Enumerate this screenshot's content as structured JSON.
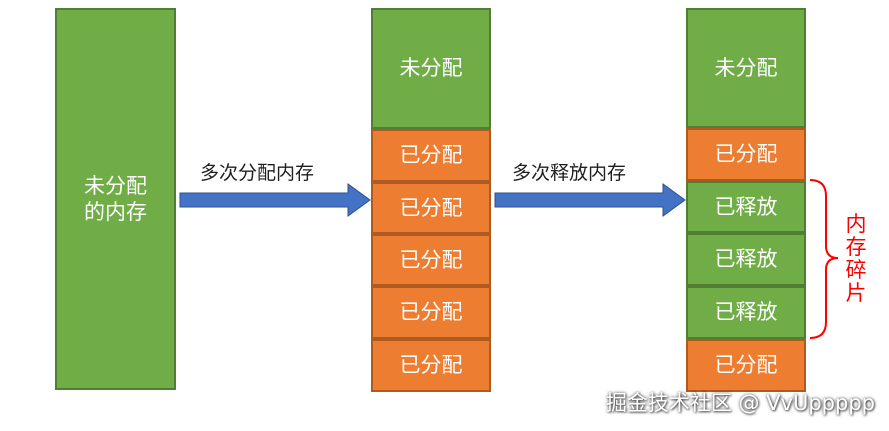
{
  "column1": {
    "block_label": "未分配\n的内存"
  },
  "arrow1": {
    "label": "多次分配内存"
  },
  "column2": {
    "blocks": [
      {
        "label": "未分配",
        "state": "unallocated"
      },
      {
        "label": "已分配",
        "state": "allocated"
      },
      {
        "label": "已分配",
        "state": "allocated"
      },
      {
        "label": "已分配",
        "state": "allocated"
      },
      {
        "label": "已分配",
        "state": "allocated"
      },
      {
        "label": "已分配",
        "state": "allocated"
      }
    ]
  },
  "arrow2": {
    "label": "多次释放内存"
  },
  "column3": {
    "blocks": [
      {
        "label": "未分配",
        "state": "unallocated"
      },
      {
        "label": "已分配",
        "state": "allocated"
      },
      {
        "label": "已释放",
        "state": "freed"
      },
      {
        "label": "已释放",
        "state": "freed"
      },
      {
        "label": "已释放",
        "state": "freed"
      },
      {
        "label": "已分配",
        "state": "allocated"
      }
    ]
  },
  "bracket": {
    "label": "内存碎片",
    "color": "#ff0000"
  },
  "watermark": {
    "text": "掘金技术社区 @ VvUppppp"
  },
  "colors": {
    "green": "#70ad47",
    "orange": "#ed7d31",
    "arrow": "#4472c4"
  }
}
